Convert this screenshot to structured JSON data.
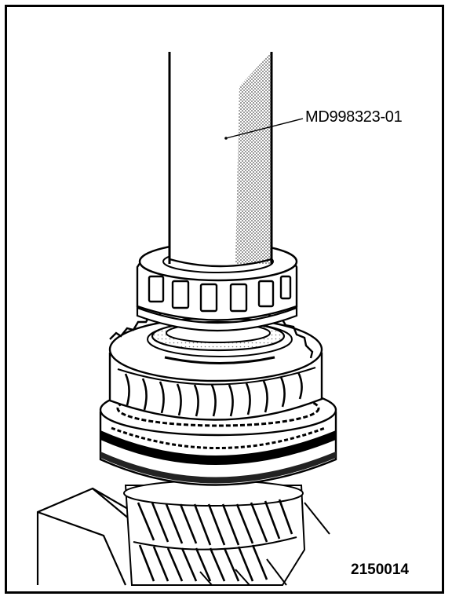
{
  "callout_label": "MD998323-01",
  "figure_number": "2150014",
  "colors": {
    "ink": "#000000",
    "paper": "#ffffff",
    "shade": "#9a9a9a"
  },
  "parts": {
    "tool": "special-tool-shaft",
    "bearing": "tapered-roller-bearing",
    "gear": "helical-gear",
    "synchronizer": "synchronizer-ring",
    "lower_gears": "countershaft-gears",
    "support": "work-block"
  }
}
